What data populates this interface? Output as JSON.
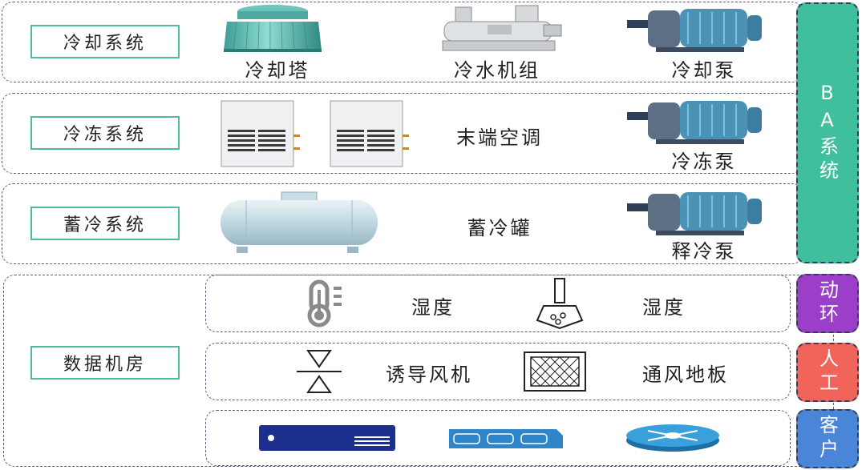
{
  "rows": {
    "cooling": {
      "label": "冷却系统",
      "tower": "冷却塔",
      "chiller": "冷水机组",
      "pump": "冷却泵"
    },
    "freezing": {
      "label": "冷冻系统",
      "terminal": "末端空调",
      "pump": "冷冻泵"
    },
    "storage": {
      "label": "蓄冷系统",
      "tank": "蓄冷罐",
      "pump": "释冷泵"
    },
    "datacenter": {
      "label": "数据机房",
      "sensor_1": "湿度",
      "sensor_2": "湿度",
      "fan": "诱导风机",
      "floor": "通风地板"
    }
  },
  "side_panels": {
    "ba": {
      "label": "BA系统",
      "color": "#3fbf9c"
    },
    "env": {
      "label": "动环",
      "color": "#9b3fc8"
    },
    "manual": {
      "label": "人工",
      "color": "#f0645a"
    },
    "client": {
      "label": "客户",
      "color": "#4a86d8"
    }
  },
  "icons": [
    "thermometer-icon",
    "humidity-sensor-icon",
    "valve-fan-icon",
    "vent-floor-icon",
    "server-icon",
    "switch-icon",
    "router-icon"
  ]
}
